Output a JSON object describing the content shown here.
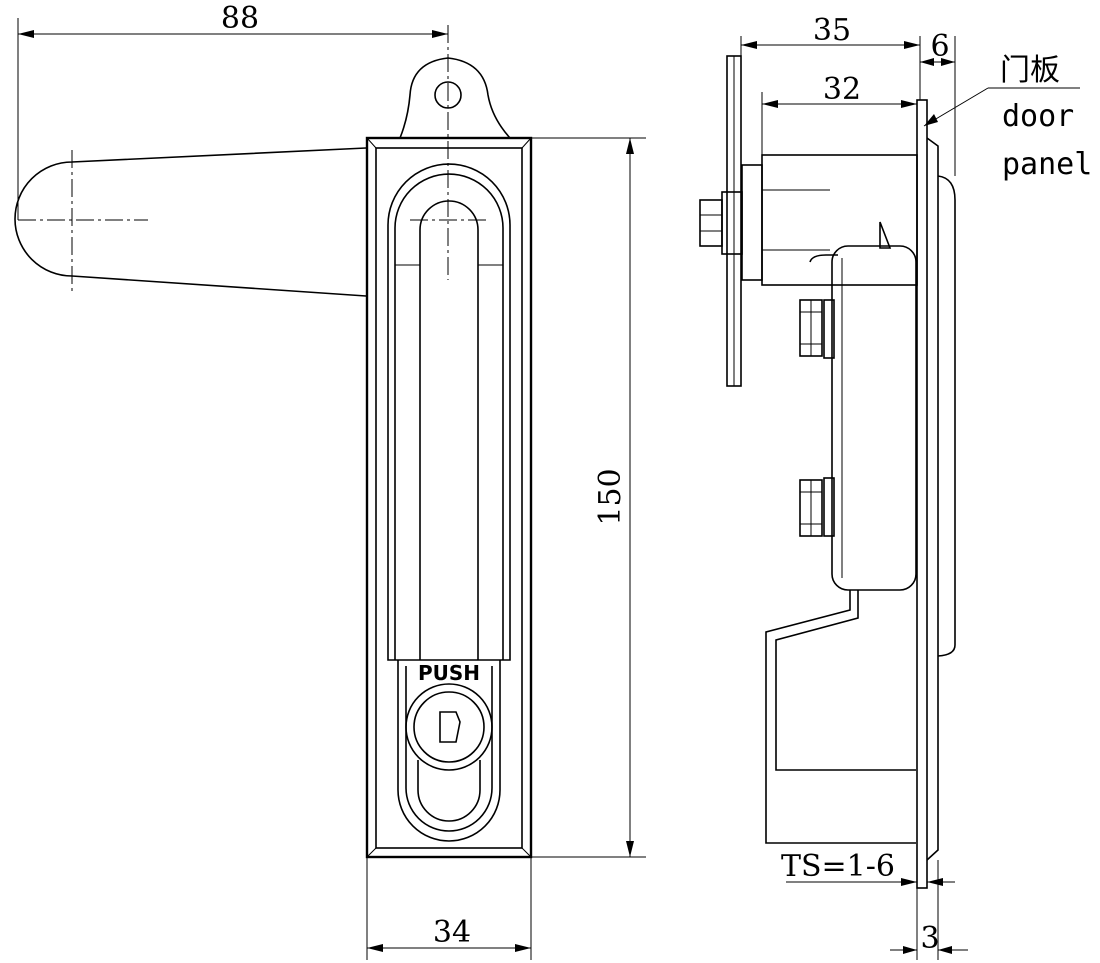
{
  "front_view": {
    "dim_handle_reach": "88",
    "dim_height": "150",
    "dim_width": "34",
    "push_label": "PUSH"
  },
  "side_view": {
    "dim_overall_depth": "35",
    "dim_body_depth": "32",
    "dim_front_projection": "6",
    "dim_panel_thickness": "3",
    "thickness_range": "TS=1-6",
    "callout_cn": "门板",
    "callout_en_line1": "door",
    "callout_en_line2": "panel"
  }
}
